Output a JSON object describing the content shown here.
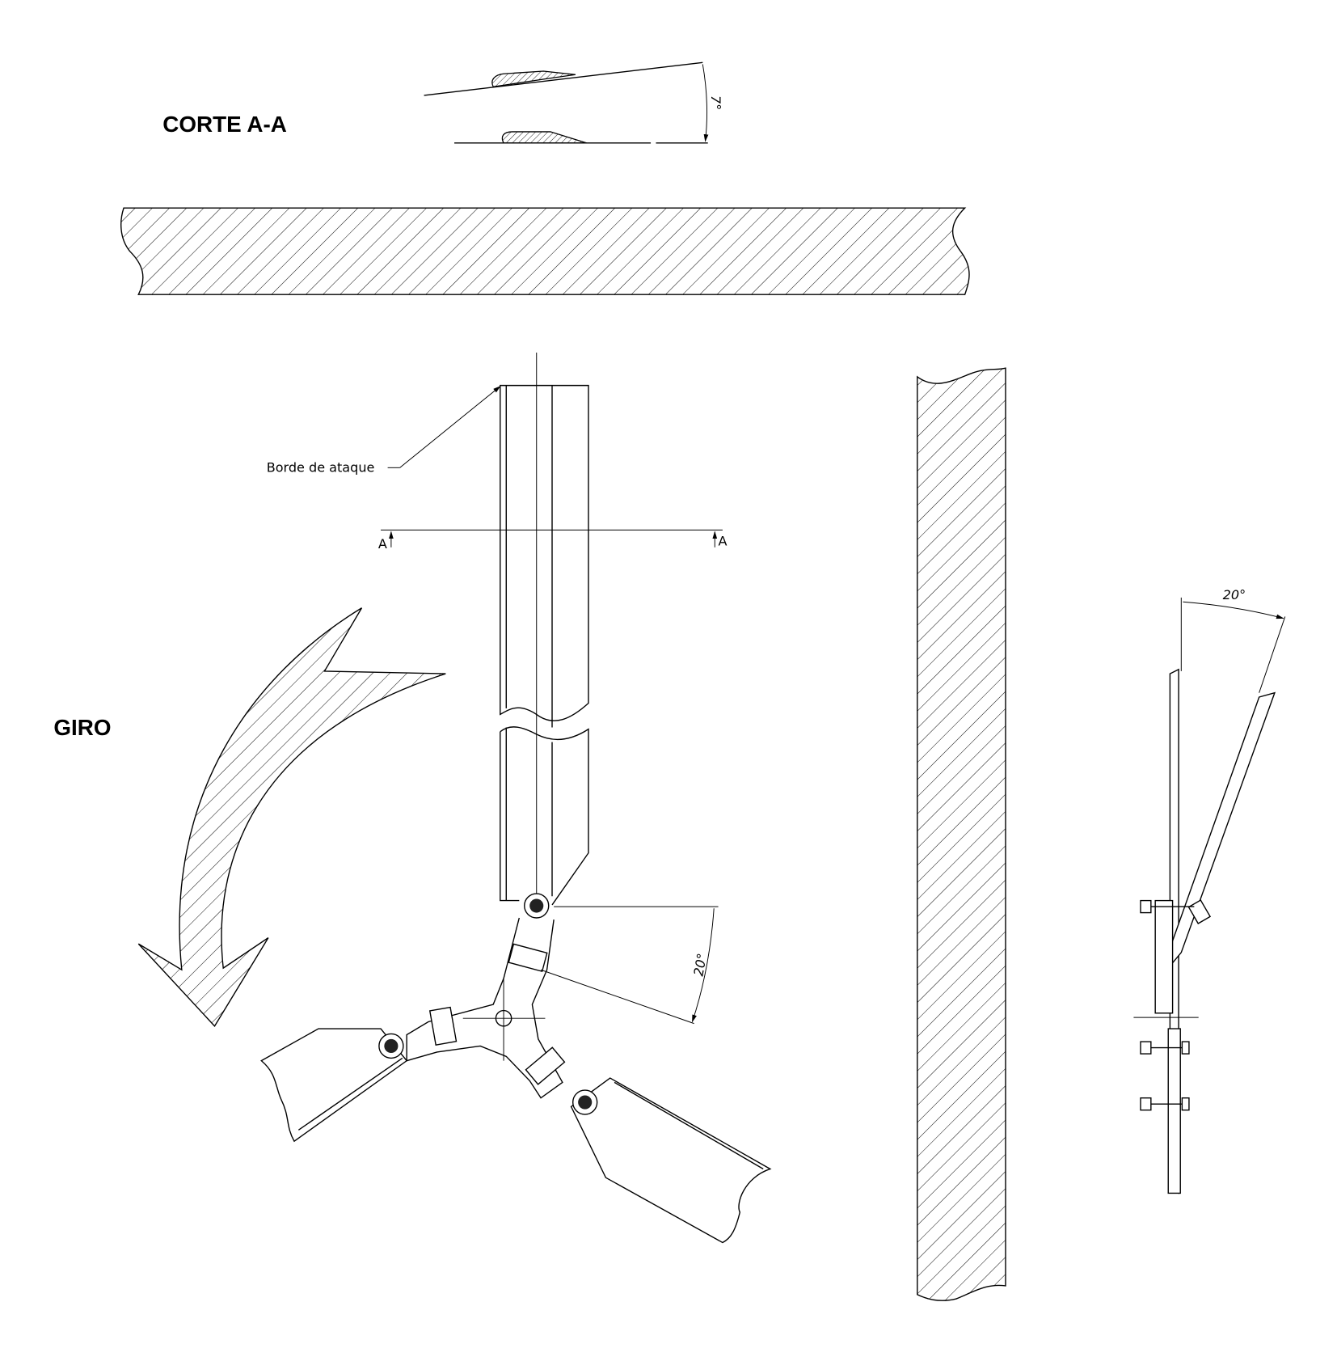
{
  "section": {
    "title": "CORTE A-A",
    "angle_label": "7°"
  },
  "blade": {
    "leader_label": "Borde de ataque",
    "section_mark_left": "A",
    "section_mark_right": "A"
  },
  "rotation": {
    "label": "GIRO"
  },
  "hub": {
    "angle_label": "20°"
  },
  "side_view": {
    "angle_label": "20°"
  }
}
